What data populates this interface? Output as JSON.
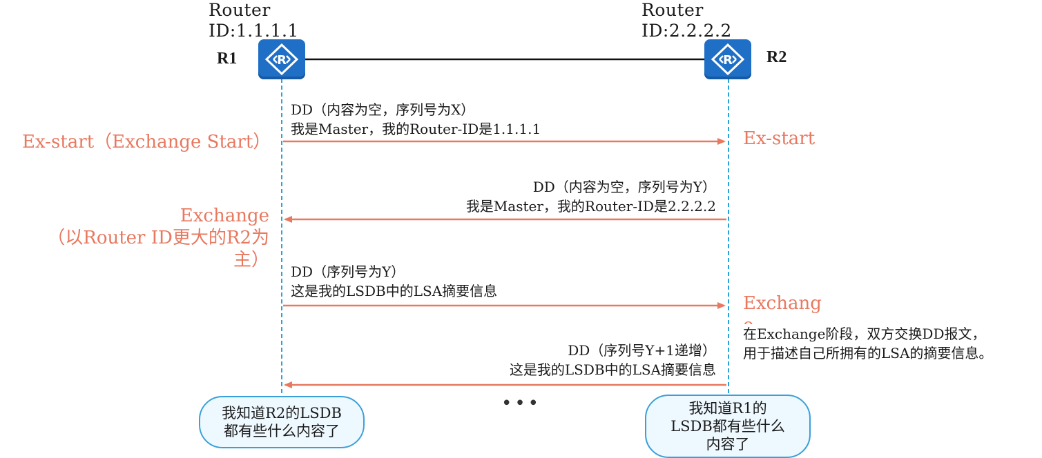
{
  "r1": {
    "name": "R1",
    "router_id_line1": "Router",
    "router_id_line2": "ID:1.1.1.1"
  },
  "r2": {
    "name": "R2",
    "router_id_line1": "Router",
    "router_id_line2": "ID:2.2.2.2"
  },
  "messages": [
    {
      "line1": "DD（内容为空，序列号为X）",
      "line2": "我是Master，我的Router-ID是1.1.1.1",
      "direction": "R1->R2"
    },
    {
      "line1": "DD（内容为空，序列号为Y）",
      "line2": "我是Master，我的Router-ID是2.2.2.2",
      "direction": "R2->R1"
    },
    {
      "line1": "DD（序列号为Y）",
      "line2": "这是我的LSDB中的LSA摘要信息",
      "direction": "R1->R2"
    },
    {
      "line1": "DD（序列号Y+1递增）",
      "line2": "这是我的LSDB中的LSA摘要信息",
      "direction": "R2->R1"
    }
  ],
  "states": {
    "r1_exstart": "Ex-start（Exchange Start）",
    "r2_exstart": "Ex-start",
    "r1_exchange_line1": "Exchange",
    "r1_exchange_line2": "（以Router ID更大的R2为",
    "r1_exchange_line3": "主）",
    "r2_exchange_line1": "Exchang",
    "r2_exchange_line2": "e"
  },
  "note": {
    "line1": "在Exchange阶段，双方交换DD报文，",
    "line2": "用于描述自己所拥有的LSA的摘要信息。"
  },
  "ellipsis": "•••",
  "bubbles": {
    "r1": {
      "line1": "我知道R2的LSDB",
      "line2": "都有些什么内容了"
    },
    "r2": {
      "line1": "我知道R1的",
      "line2": "LSDB都有些什么",
      "line3": "内容了"
    }
  },
  "colors": {
    "arrow": "#e8785f",
    "lifeline": "#29a3d9",
    "router": "#1f6fc6",
    "state_text": "#e8785f"
  }
}
